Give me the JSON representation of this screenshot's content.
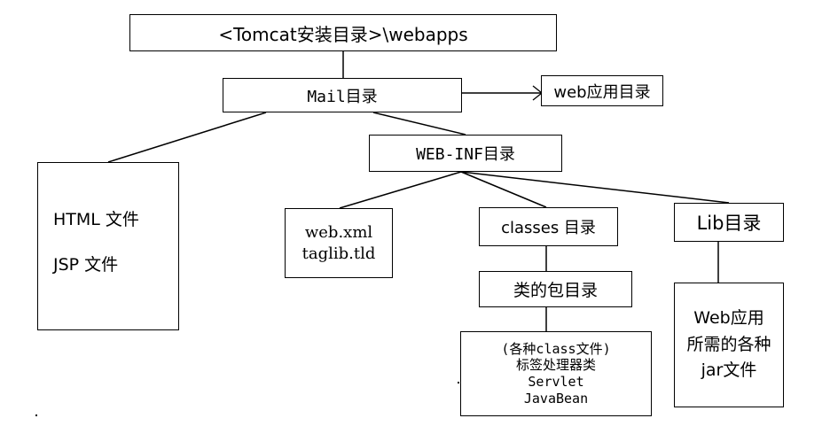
{
  "diagram": {
    "root": "<Tomcat安装目录>\\webapps",
    "mail": "Mail目录",
    "web_app": "web应用目录",
    "web_inf": "WEB-INF目录",
    "html_file": "HTML 文件",
    "jsp_file": "JSP 文件",
    "web_xml": "web.xml",
    "taglib_tld": "taglib.tld",
    "classes": "classes 目录",
    "lib": "Lib目录",
    "package": "类的包目录",
    "class_files": [
      "(各种class文件)",
      "标签处理器类",
      "Servlet",
      "JavaBean"
    ],
    "jar_files": [
      "Web应用",
      "所需的各种",
      "jar文件"
    ]
  }
}
